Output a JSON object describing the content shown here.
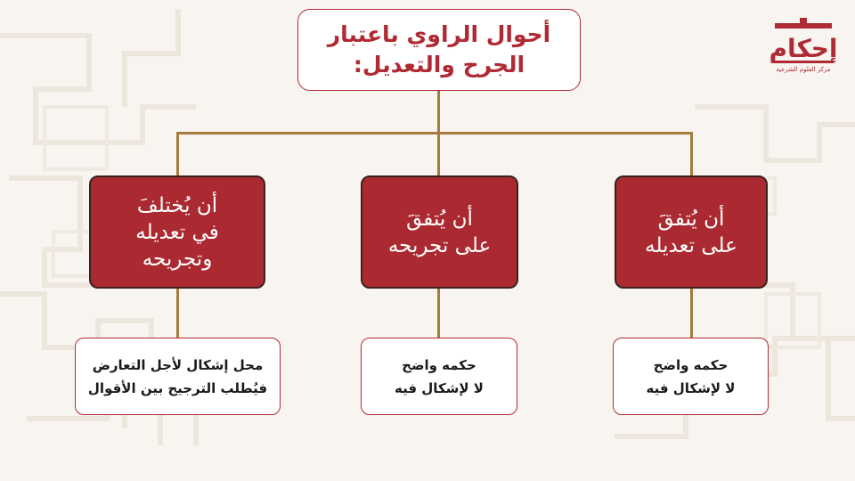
{
  "title": "أحوال الراوي باعتبار\nالجرح والتعديل:",
  "branches": [
    {
      "head": "أن يُتفقَ\nعلى تعديله",
      "result": "حكمه واضح\nلا لإشكال فيه"
    },
    {
      "head": "أن يُتفقَ\nعلى تجريحه",
      "result": "حكمه واضح\nلا لإشكال فيه"
    },
    {
      "head": "أن يُختلفَ\nفي تعديله\nوتجريحه",
      "result": "محل إشكال لأجل التعارض\nفيُطلب الترجيح بين الأقوال"
    }
  ],
  "logo": {
    "name": "إحكام",
    "subtitle": "مركز العلوم الشرعية"
  },
  "colors": {
    "accent_red": "#ab2a31",
    "connector_gold": "#a67c3d",
    "background": "#f8f5f1"
  }
}
